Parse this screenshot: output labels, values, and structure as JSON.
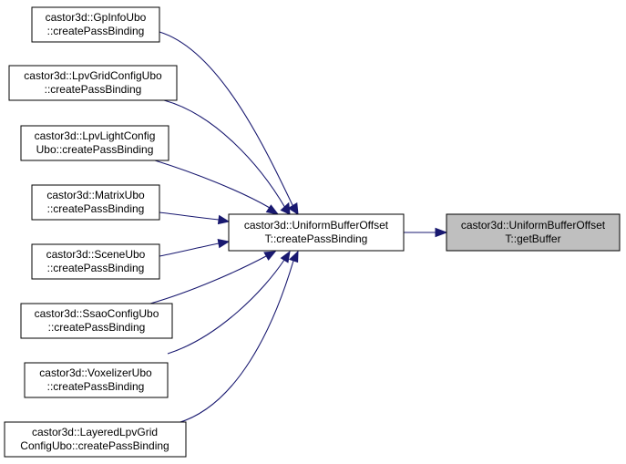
{
  "graph": {
    "colors": {
      "node_fill": "#ffffff",
      "target_fill": "#bfbfbf",
      "edge": "#191970",
      "border": "#000000"
    },
    "nodes": [
      {
        "id": "gpinfo",
        "lines": [
          "castor3d::GpInfoUbo",
          "::createPassBinding"
        ]
      },
      {
        "id": "lpvgrid",
        "lines": [
          "castor3d::LpvGridConfigUbo",
          "::createPassBinding"
        ]
      },
      {
        "id": "lpvlight",
        "lines": [
          "castor3d::LpvLightConfig",
          "Ubo::createPassBinding"
        ]
      },
      {
        "id": "matrix",
        "lines": [
          "castor3d::MatrixUbo",
          "::createPassBinding"
        ]
      },
      {
        "id": "scene",
        "lines": [
          "castor3d::SceneUbo",
          "::createPassBinding"
        ]
      },
      {
        "id": "ssao",
        "lines": [
          "castor3d::SsaoConfigUbo",
          "::createPassBinding"
        ]
      },
      {
        "id": "voxelizer",
        "lines": [
          "castor3d::VoxelizerUbo",
          "::createPassBinding"
        ]
      },
      {
        "id": "layeredlpv",
        "lines": [
          "castor3d::LayeredLpvGrid",
          "ConfigUbo::createPassBinding"
        ]
      },
      {
        "id": "center",
        "lines": [
          "castor3d::UniformBufferOffset",
          "T::createPassBinding"
        ]
      },
      {
        "id": "target",
        "lines": [
          "castor3d::UniformBufferOffset",
          "T::getBuffer"
        ]
      }
    ],
    "edges": [
      {
        "from": "gpinfo",
        "to": "center"
      },
      {
        "from": "lpvgrid",
        "to": "center"
      },
      {
        "from": "lpvlight",
        "to": "center"
      },
      {
        "from": "matrix",
        "to": "center"
      },
      {
        "from": "scene",
        "to": "center"
      },
      {
        "from": "ssao",
        "to": "center"
      },
      {
        "from": "voxelizer",
        "to": "center"
      },
      {
        "from": "layeredlpv",
        "to": "center"
      },
      {
        "from": "center",
        "to": "target"
      }
    ]
  }
}
